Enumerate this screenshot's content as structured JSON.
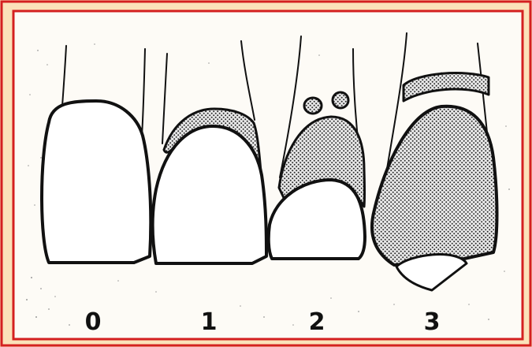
{
  "colors": {
    "background": "#fbe2b9",
    "panel": "#fdfbf6",
    "border": "#d42020",
    "ink": "#111111",
    "stipple": "#2a2a2a"
  },
  "stages": [
    {
      "label": "0"
    },
    {
      "label": "1"
    },
    {
      "label": "2"
    },
    {
      "label": "3"
    }
  ]
}
